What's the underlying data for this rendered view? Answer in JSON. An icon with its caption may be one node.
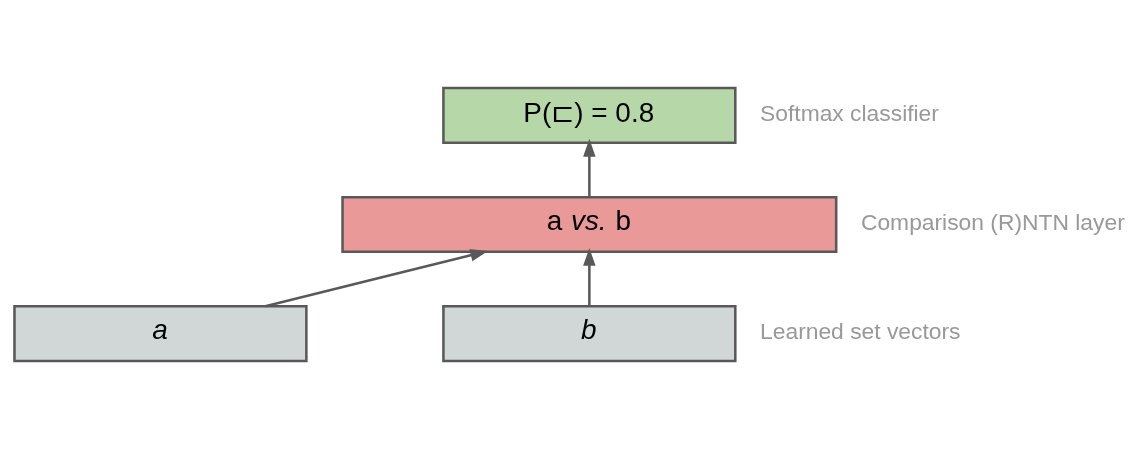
{
  "diagram": {
    "nodes": [
      {
        "text": [
          "P(⊏) = 0.8"
        ],
        "beside": [
          "Softmax classifier"
        ]
      },
      {
        "text": [
          "a *vs.* b"
        ],
        "beside": [
          "Comparison (R)NTN layer"
        ]
      },
      {
        "text": [
          "a"
        ]
      },
      {
        "text": [
          "b"
        ]
      }
    ],
    "edges": [
      {
        "from": 2,
        "to": 1,
        "arrow": "to"
      },
      {
        "from": 3,
        "to": 1,
        "arrow": "to"
      },
      {
        "from": 1,
        "to": 0,
        "arrow": "to"
      }
    ],
    "labels": [
      "Learned set vectors"
    ]
  }
}
